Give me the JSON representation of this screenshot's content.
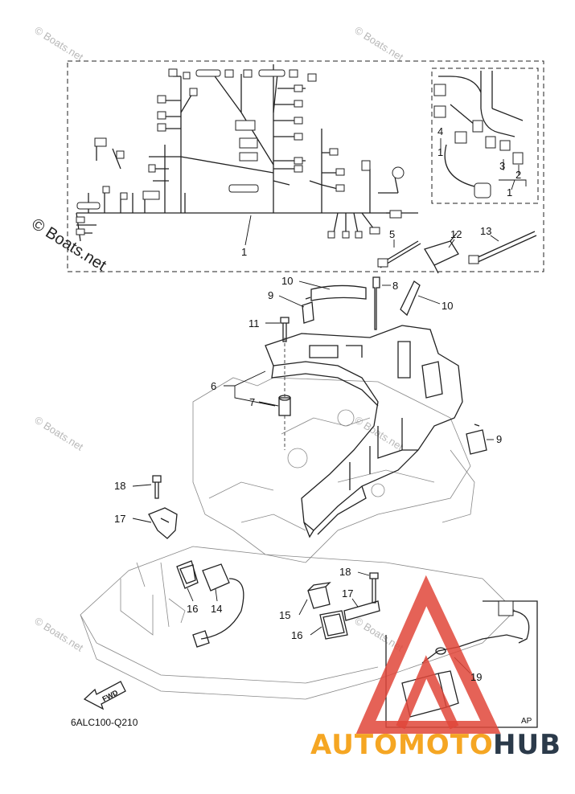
{
  "watermarks": {
    "small": [
      "© Boats.net",
      "© Boats.net",
      "© Boats.net",
      "© Boats.net",
      "© Boats.net",
      "© Boats.net"
    ],
    "large": "© Boats.net"
  },
  "callouts": {
    "wiring_harness_main": "1",
    "wiring_harness_inset": "1",
    "inset_2": "2",
    "inset_3": "3",
    "inset_4": "4",
    "inset_1b": "1",
    "c5": "5",
    "c12": "12",
    "c13": "13",
    "c10a": "10",
    "c8": "8",
    "c10b": "10",
    "c9a": "9",
    "c11": "11",
    "c6": "6",
    "c7": "7",
    "c9b": "9",
    "c18a": "18",
    "c17a": "17",
    "c16a": "16",
    "c14": "14",
    "c18b": "18",
    "c17b": "17",
    "c15": "15",
    "c16b": "16",
    "c19": "19"
  },
  "fwd_label": "FWD",
  "inset_tag": "AP",
  "diagram_code": "6ALC100-Q210",
  "brand": {
    "part1": "AUTOMOTO",
    "part2": "HUB",
    "color_orange": "#f5a623",
    "color_dark": "#2b3a4a",
    "logo_red": "#e0463a"
  }
}
